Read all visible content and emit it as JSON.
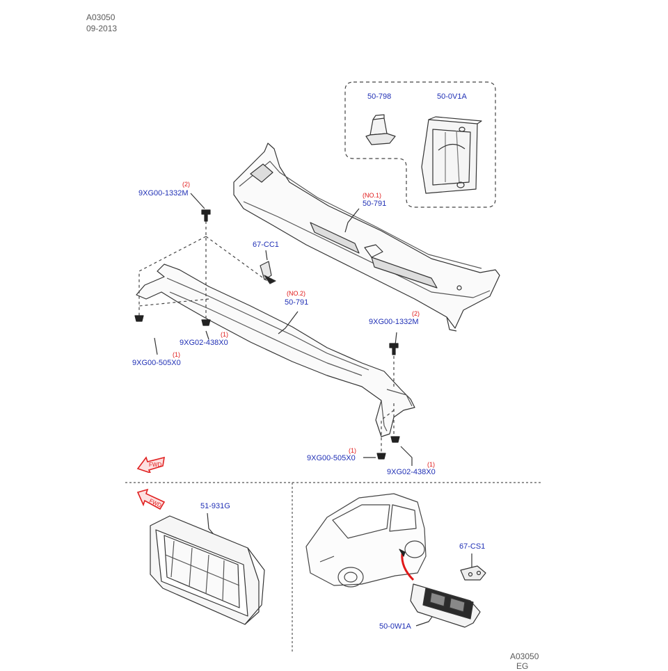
{
  "header": {
    "code": "A03050",
    "date": "09-2013"
  },
  "footer": {
    "code": "A03050",
    "suffix": "EG"
  },
  "callouts": {
    "p50_798": "50-798",
    "p50_0V1A": "50-0V1A",
    "p9XG00_1332M_top": "9XG00-1332M",
    "q9XG00_1332M_top": "(2)",
    "p50_791_no1": "50-791",
    "q50_791_no1": "(NO.1)",
    "p67_CC1": "67-CC1",
    "p50_791_no2": "50-791",
    "q50_791_no2": "(NO.2)",
    "p9XG00_1332M_right": "9XG00-1332M",
    "q9XG00_1332M_right": "(2)",
    "p9XG02_438X0_left": "9XG02-438X0",
    "q9XG02_438X0_left": "(1)",
    "p9XG00_505X0_left": "9XG00-505X0",
    "q9XG00_505X0_left": "(1)",
    "p9XG00_505X0_right": "9XG00-505X0",
    "q9XG00_505X0_right": "(1)",
    "p9XG02_438X0_right": "9XG02-438X0",
    "q9XG02_438X0_right": "(1)",
    "p51_931G": "51-931G",
    "p67_CS1": "67-CS1",
    "p50_0W1A": "50-0W1A"
  },
  "fwd_arrow": {
    "text": "FWD",
    "color": "#e02020"
  },
  "colors": {
    "callout": "#1f2fb5",
    "quantity": "#e01818",
    "line": "#333333"
  }
}
